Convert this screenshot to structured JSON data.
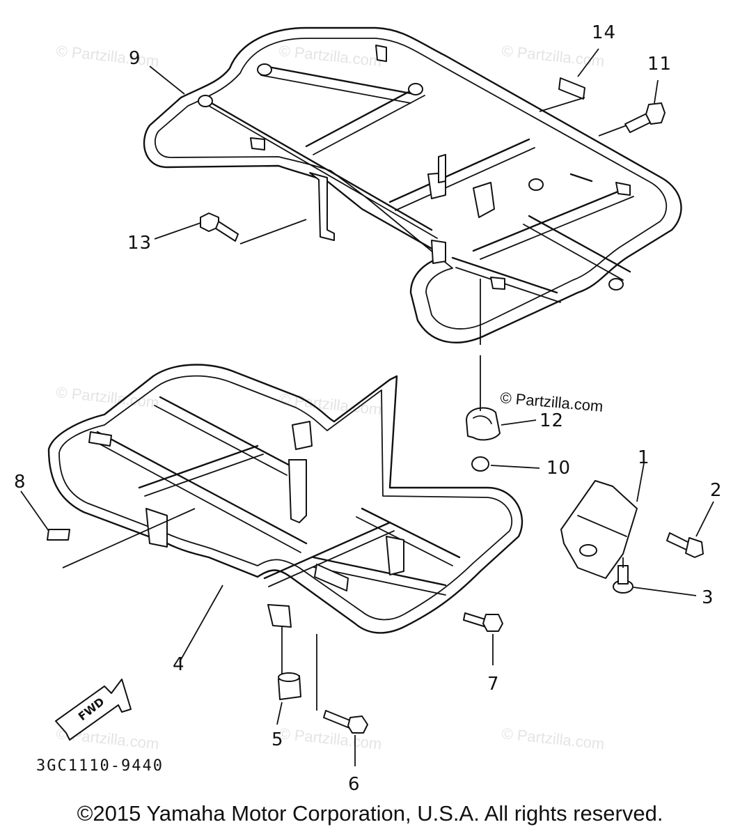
{
  "diagram": {
    "drawing_code": "3GC1110-9440",
    "fwd_label": "FWD",
    "copyright": "©2015 Yamaha Motor Corporation, U.S.A. All rights reserved.",
    "badge": "© Partzilla.com",
    "watermark": "© Partzilla.com",
    "callouts": [
      "1",
      "2",
      "3",
      "4",
      "5",
      "6",
      "7",
      "8",
      "9",
      "10",
      "11",
      "12",
      "13",
      "14"
    ]
  }
}
